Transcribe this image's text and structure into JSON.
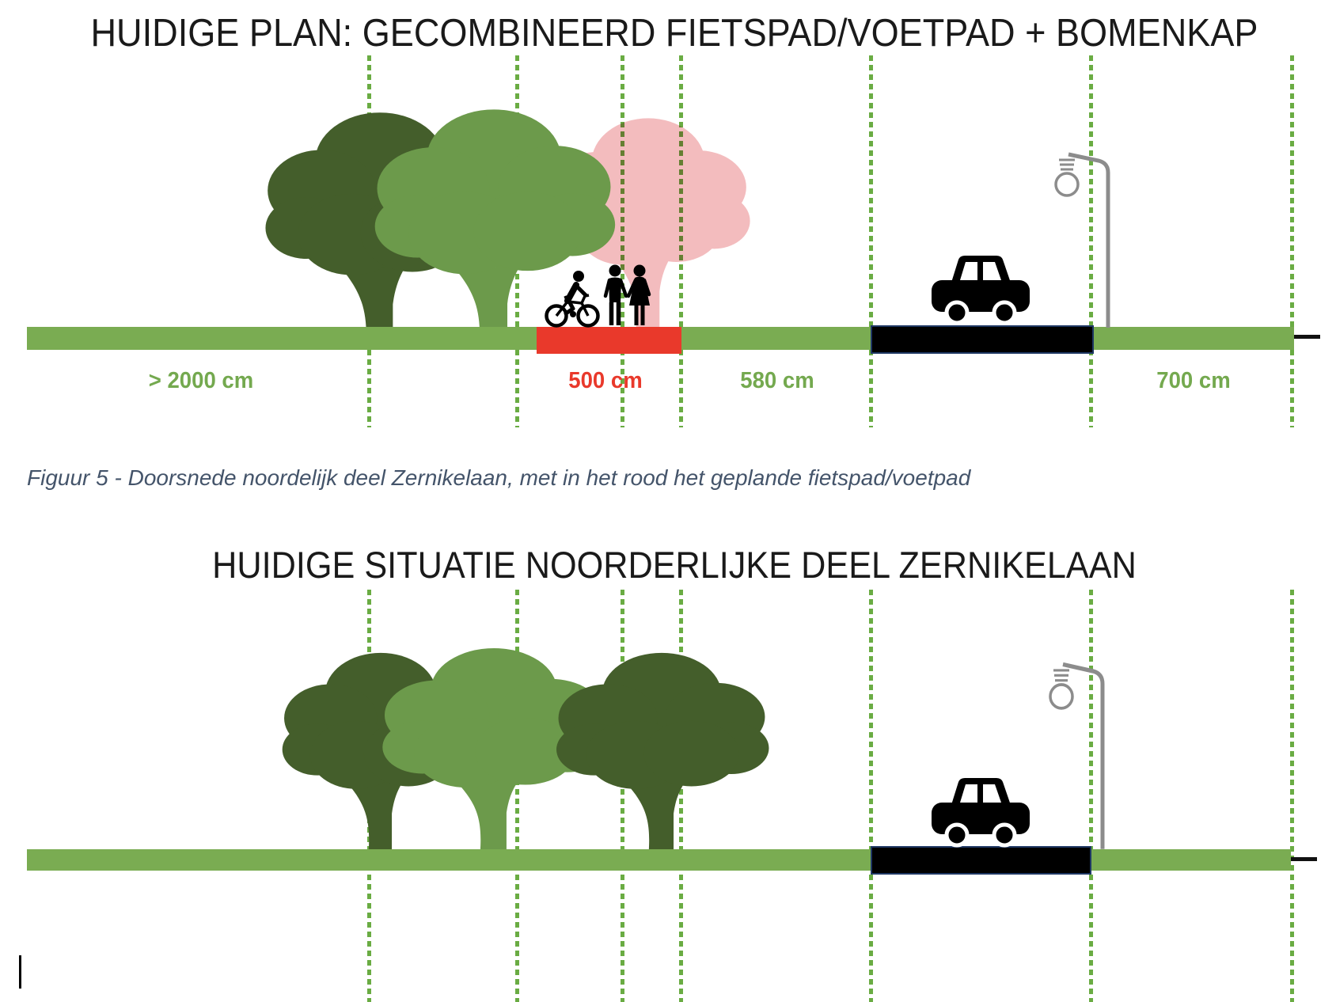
{
  "top_diagram": {
    "title": "HUIDIGE PLAN: GECOMBINEERD FIETSPAD/VOETPAD + BOMENKAP",
    "dimension_labels": [
      {
        "text": "> 2000 cm",
        "color": "#74A94F"
      },
      {
        "text": "500 cm",
        "color": "#E9392B"
      },
      {
        "text": "580 cm",
        "color": "#74A94F"
      },
      {
        "text": "700 cm",
        "color": "#74A94F"
      }
    ],
    "elements": {
      "trees": [
        "dark-green-tree",
        "green-tree",
        "pink-tree-to-be-cut"
      ],
      "figures": [
        "cyclist",
        "pedestrian-couple"
      ],
      "vehicle": "car",
      "street_furniture": "street-lamp",
      "surfaces": [
        "grass-strip",
        "planned-bike-foot-path-red",
        "asphalt-road"
      ]
    }
  },
  "caption": {
    "text": "Figuur 5 - Doorsnede noordelijk deel Zernikelaan, met in het rood het geplande fietspad/voetpad"
  },
  "bottom_diagram": {
    "title": "HUIDIGE SITUATIE NOORDERLIJKE DEEL ZERNIKELAAN",
    "elements": {
      "trees": [
        "dark-green-tree",
        "green-tree",
        "dark-green-tree"
      ],
      "vehicle": "car",
      "street_furniture": "street-lamp",
      "surfaces": [
        "grass-strip",
        "asphalt-road"
      ]
    }
  },
  "colors": {
    "grass_green": "#7AAC52",
    "guide_dot_green": "#6AAC43",
    "label_green": "#74A94F",
    "path_red": "#E9392B",
    "tree_dark_green": "#445E2B",
    "tree_medium_green": "#6C9A4B",
    "tree_pink": "#F3BCBE",
    "road_black": "#000000",
    "road_border_navy": "#1F3864",
    "lamp_gray": "#8C8C8C",
    "caption_slate": "#44546A",
    "title_black": "#1a1a1a"
  }
}
